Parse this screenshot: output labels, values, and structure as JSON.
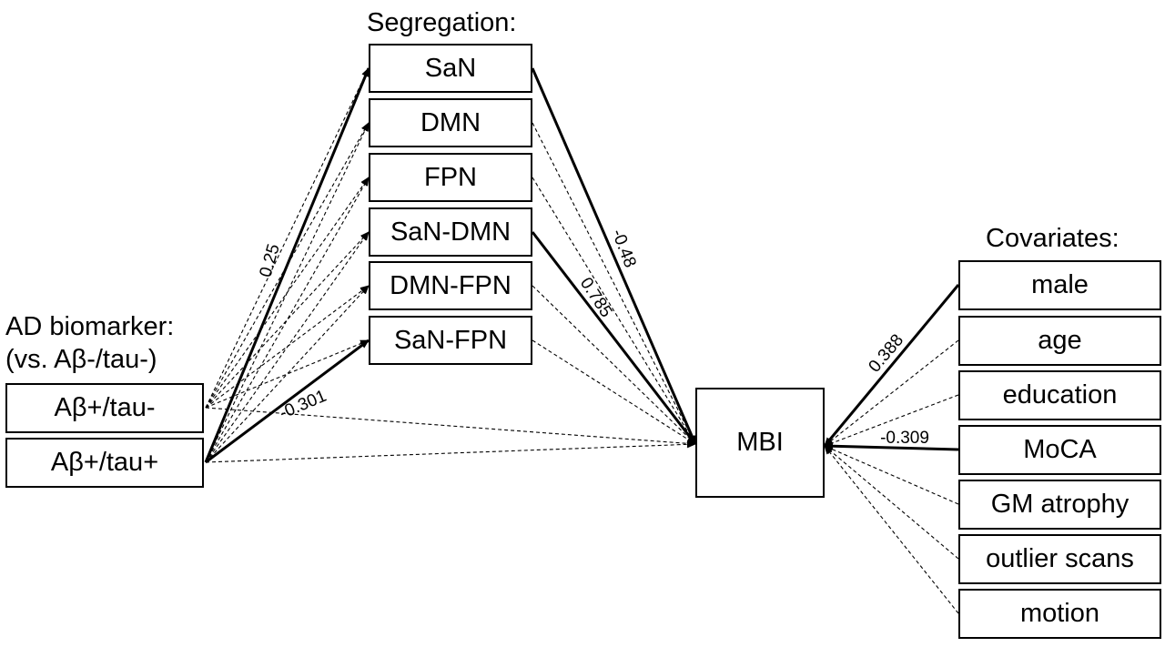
{
  "headings": {
    "segregation": "Segregation:",
    "covariates": "Covariates:",
    "biomarker_line1": "AD biomarker:",
    "biomarker_line2": "(vs. Aβ-/tau-)"
  },
  "biomarkers": [
    "Aβ+/tau-",
    "Aβ+/tau+"
  ],
  "segregation_nodes": [
    "SaN",
    "DMN",
    "FPN",
    "SaN-DMN",
    "DMN-FPN",
    "SaN-FPN"
  ],
  "outcome": "MBI",
  "covariates": [
    "male",
    "age",
    "education",
    "MoCA",
    "GM atrophy",
    "outlier scans",
    "motion"
  ],
  "paths": {
    "biomarker_to_segregation": [
      {
        "from": "Aβ+/tau-",
        "to": "SaN",
        "significant": false,
        "coefficient": ""
      },
      {
        "from": "Aβ+/tau-",
        "to": "DMN",
        "significant": false,
        "coefficient": ""
      },
      {
        "from": "Aβ+/tau-",
        "to": "FPN",
        "significant": false,
        "coefficient": ""
      },
      {
        "from": "Aβ+/tau-",
        "to": "SaN-DMN",
        "significant": false,
        "coefficient": ""
      },
      {
        "from": "Aβ+/tau-",
        "to": "DMN-FPN",
        "significant": false,
        "coefficient": ""
      },
      {
        "from": "Aβ+/tau-",
        "to": "SaN-FPN",
        "significant": false,
        "coefficient": ""
      },
      {
        "from": "Aβ+/tau+",
        "to": "SaN",
        "significant": true,
        "coefficient": "0.25"
      },
      {
        "from": "Aβ+/tau+",
        "to": "DMN",
        "significant": false,
        "coefficient": ""
      },
      {
        "from": "Aβ+/tau+",
        "to": "FPN",
        "significant": false,
        "coefficient": ""
      },
      {
        "from": "Aβ+/tau+",
        "to": "SaN-DMN",
        "significant": false,
        "coefficient": ""
      },
      {
        "from": "Aβ+/tau+",
        "to": "DMN-FPN",
        "significant": false,
        "coefficient": ""
      },
      {
        "from": "Aβ+/tau+",
        "to": "SaN-FPN",
        "significant": true,
        "coefficient": "-0.301"
      }
    ],
    "biomarker_to_outcome": [
      {
        "from": "Aβ+/tau-",
        "to": "MBI",
        "significant": false,
        "coefficient": ""
      },
      {
        "from": "Aβ+/tau+",
        "to": "MBI",
        "significant": false,
        "coefficient": ""
      }
    ],
    "segregation_to_outcome": [
      {
        "from": "SaN",
        "to": "MBI",
        "significant": true,
        "coefficient": "-0.48"
      },
      {
        "from": "DMN",
        "to": "MBI",
        "significant": false,
        "coefficient": ""
      },
      {
        "from": "FPN",
        "to": "MBI",
        "significant": false,
        "coefficient": ""
      },
      {
        "from": "SaN-DMN",
        "to": "MBI",
        "significant": true,
        "coefficient": "0.785"
      },
      {
        "from": "DMN-FPN",
        "to": "MBI",
        "significant": false,
        "coefficient": ""
      },
      {
        "from": "SaN-FPN",
        "to": "MBI",
        "significant": false,
        "coefficient": ""
      }
    ],
    "covariate_to_outcome": [
      {
        "from": "male",
        "to": "MBI",
        "significant": true,
        "coefficient": "0.388"
      },
      {
        "from": "age",
        "to": "MBI",
        "significant": false,
        "coefficient": ""
      },
      {
        "from": "education",
        "to": "MBI",
        "significant": false,
        "coefficient": ""
      },
      {
        "from": "MoCA",
        "to": "MBI",
        "significant": true,
        "coefficient": "-0.309"
      },
      {
        "from": "GM atrophy",
        "to": "MBI",
        "significant": false,
        "coefficient": ""
      },
      {
        "from": "outlier scans",
        "to": "MBI",
        "significant": false,
        "coefficient": ""
      },
      {
        "from": "motion",
        "to": "MBI",
        "significant": false,
        "coefficient": ""
      }
    ]
  }
}
